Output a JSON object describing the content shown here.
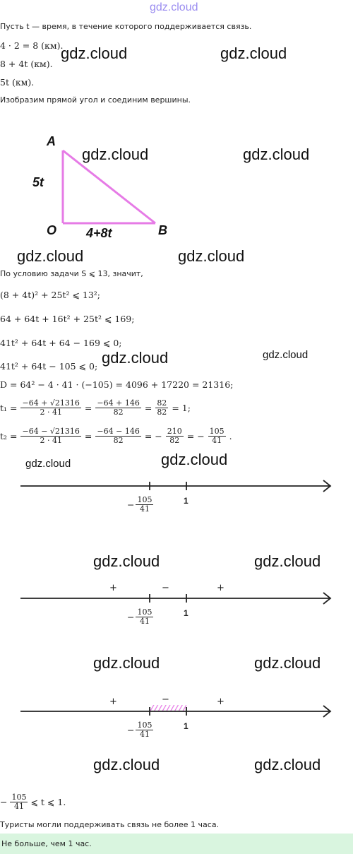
{
  "watermark": "gdz.cloud",
  "header_watermark": "gdz.cloud",
  "lines": {
    "l1": "Пусть t — время, в течение которого поддерживается связь.",
    "l2": "4 · 2 = 8 (км).",
    "l3": "8 + 4t (км).",
    "l4": "5t (км).",
    "l5": "Изобразим прямой угол и соединим вершины.",
    "l6": "По условию задачи S ⩽ 13, значит,",
    "l7": "(8 + 4t)² + 25t² ⩽ 13²;",
    "l8": "64 + 64t + 16t² + 25t² ⩽ 169;",
    "l9": "41t² + 64t + 64 − 169 ⩽ 0;",
    "l10": "41t² + 64t − 105 ⩽ 0;",
    "l11": "D = 64² − 4 · 41 · (−105) = 4096 + 17220 = 21316;",
    "t1_lhs": "t₁ =",
    "t1_num1": "−64 + √21316",
    "t1_den1": "2 · 41",
    "t1_num2": "−64 + 146",
    "t1_den2": "82",
    "t1_num3": "82",
    "t1_den3": "82",
    "t1_end": "= 1;",
    "t2_lhs": "t₂ =",
    "t2_num1": "−64 − √21316",
    "t2_den1": "2 · 41",
    "t2_num2": "−64 − 146",
    "t2_den2": "82",
    "t2_num3": "210",
    "t2_den3": "82",
    "t2_num4": "105",
    "t2_den4": "41",
    "eq": "=",
    "eq_minus": "= −",
    "final_num": "105",
    "final_den": "41",
    "final_rest": "⩽ t ⩽ 1.",
    "conclusion": "Туристы могли поддерживать связь не более 1 часа."
  },
  "triangle": {
    "A": "A",
    "O": "O",
    "B": "B",
    "side_vertical": "5t",
    "side_horizontal": "4+8t",
    "line_color": "#e67be6"
  },
  "number_line": {
    "left_num": "105",
    "left_den": "41",
    "minus": "−",
    "right": "1",
    "plus": "+",
    "interval_minus": "−",
    "hatch_color": "#e67be6"
  },
  "answer": "Не больше, чем 1 час."
}
